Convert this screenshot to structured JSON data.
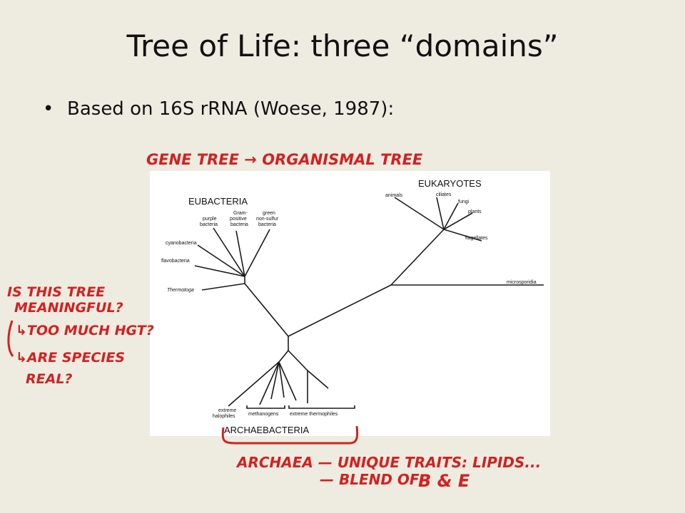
{
  "slide": {
    "title": "Tree of Life: three “domains”",
    "bullet": "Based on 16S rRNA (Woese, 1987):"
  },
  "tree": {
    "domains": {
      "bacteria": "EUBACTERIA",
      "eukaryotes": "EUKARYOTES",
      "archaea": "ARCHAEBACTERIA"
    },
    "taxa": {
      "purple_bacteria_1": "purple",
      "purple_bacteria_2": "bacteria",
      "gram_positive_1": "Gram-",
      "gram_positive_2": "positive",
      "gram_positive_3": "bacteria",
      "green_nonsulfur_1": "green",
      "green_nonsulfur_2": "non-sulfur",
      "green_nonsulfur_3": "bacteria",
      "cyanobacteria": "cyanobacteria",
      "flavobacteria": "flavobacteria",
      "thermotoga": "Thermotoga",
      "animals": "animals",
      "ciliates": "ciliates",
      "fungi": "fungi",
      "plants": "plants",
      "flagellates": "flagellates",
      "microsporidia": "microsporidia",
      "extreme_halophiles_1": "extreme",
      "extreme_halophiles_2": "halophiles",
      "methanogens": "methanogens",
      "extreme_thermophiles": "extreme thermophiles"
    }
  },
  "annotations": {
    "top": "GENE TREE → ORGANISMAL TREE",
    "left_1": "IS THIS TREE",
    "left_2": "MEANINGFUL?",
    "left_3": "↳TOO MUCH HGT?",
    "left_4": "↳ARE SPECIES",
    "left_5": "REAL?",
    "bottom_1": "ARCHAEA — UNIQUE TRAITS: LIPIDS...",
    "bottom_2": "— BLEND OF",
    "bottom_3": "B & E"
  },
  "colors": {
    "background": "#eeece1",
    "ink": "#d42020",
    "text": "#111111"
  }
}
